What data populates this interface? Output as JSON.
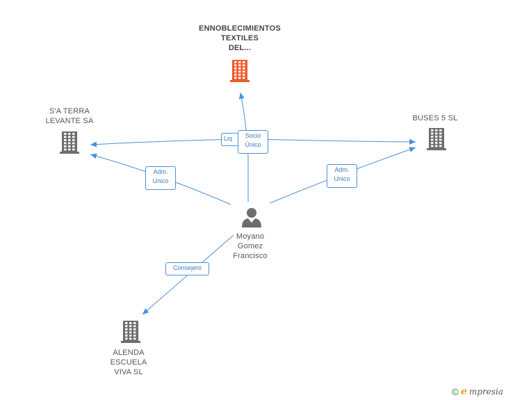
{
  "nodes": {
    "center": {
      "name_lines": [
        "ENNOBLECIMIENTOS",
        "TEXTILES",
        "DEL..."
      ],
      "color": "#f05a28",
      "kind": "building"
    },
    "left": {
      "name_lines": [
        "S'A TERRA",
        "LEVANTE SA"
      ],
      "color": "#6d6d6d",
      "kind": "building"
    },
    "right": {
      "name_lines": [
        "BUSES 5 SL"
      ],
      "color": "#6d6d6d",
      "kind": "building"
    },
    "person": {
      "name_lines": [
        "Moyano",
        "Gomez",
        "Francisco"
      ],
      "color": "#6d6d6d",
      "kind": "person"
    },
    "bottom": {
      "name_lines": [
        "ALENDA",
        "ESCUELA",
        "VIVA SL"
      ],
      "color": "#6d6d6d",
      "kind": "building"
    }
  },
  "edges": {
    "liq": {
      "lines": [
        "Liq"
      ]
    },
    "socio": {
      "lines": [
        "Socio",
        "Único"
      ]
    },
    "adm_left": {
      "lines": [
        "Adm.",
        "Unico"
      ]
    },
    "adm_right": {
      "lines": [
        "Adm.",
        "Unico"
      ]
    },
    "consejero": {
      "lines": [
        "Consejero"
      ]
    }
  },
  "edge_color": "#4a90d9",
  "footer": {
    "copyright": "©",
    "brand_initial": "e",
    "brand_rest": "mpresia"
  }
}
